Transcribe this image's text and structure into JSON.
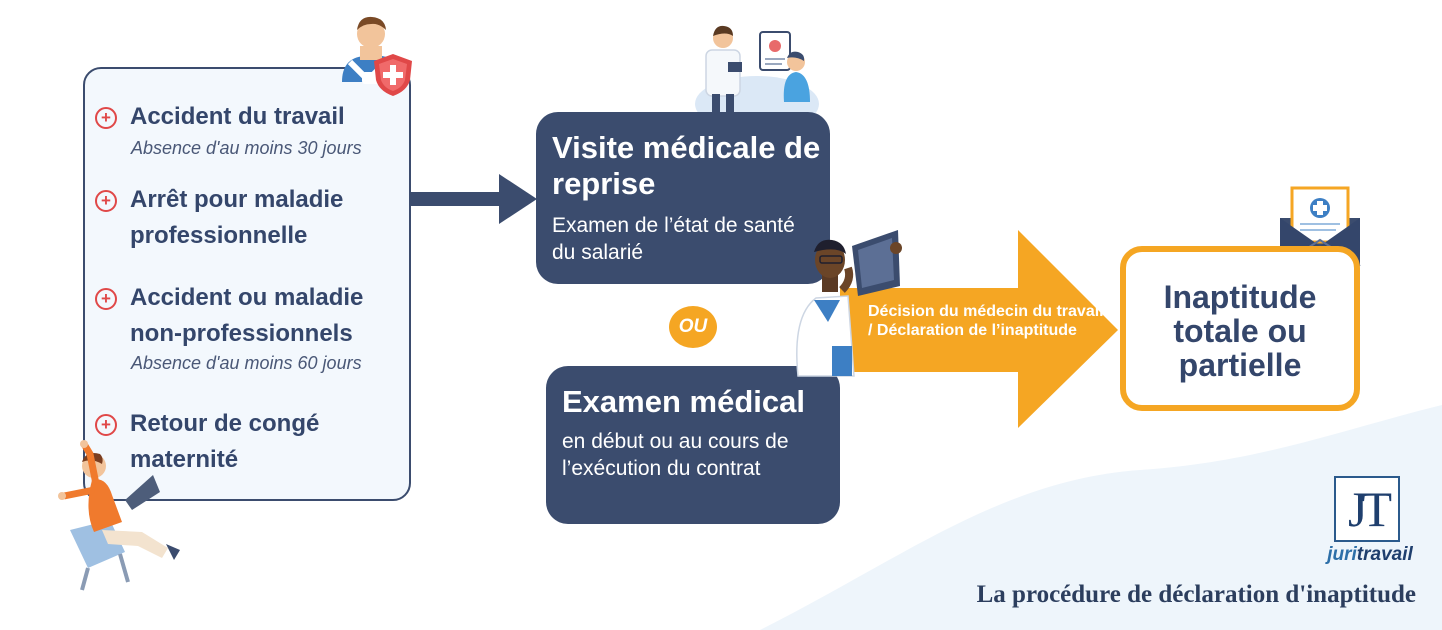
{
  "causes": [
    {
      "title": "Accident du travail",
      "note": "Absence d'au moins 30 jours"
    },
    {
      "title": "Arrêt pour maladie professionnelle",
      "note": ""
    },
    {
      "title": "Accident ou maladie non-professionnels",
      "note": "Absence d'au moins 60 jours"
    },
    {
      "title": "Retour de congé maternité",
      "note": ""
    }
  ],
  "visite": {
    "title": "Visite médicale de reprise",
    "desc": "Examen de l’état de santé du salarié"
  },
  "ou_label": "OU",
  "examen": {
    "title": "Examen médical",
    "desc": "en début ou au cours de l’exécution du contrat"
  },
  "decision": "Décision du médecin du travail / Déclaration de l’inaptitude",
  "result": "Inaptitude totale ou partielle",
  "logo": {
    "letters": "JT",
    "word_part1": "juri",
    "word_part2": "travail"
  },
  "caption": "La procédure de déclaration d'inaptitude",
  "colors": {
    "navy": "#3b4c6e",
    "orange": "#f5a623",
    "red": "#e04848",
    "panel": "#f3f8fd"
  },
  "icons": [
    "plus-circle-icon",
    "injured-worker-illustration",
    "shield-cross-icon",
    "doctor-patient-illustration",
    "doctor-xray-illustration",
    "medical-envelope-icon",
    "falling-person-illustration"
  ]
}
